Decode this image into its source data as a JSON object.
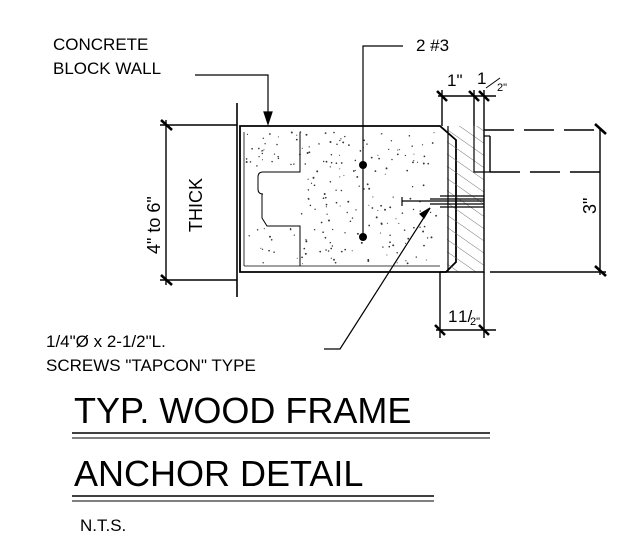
{
  "drawing": {
    "callout_wall_line1": "CONCRETE",
    "callout_wall_line2": "BLOCK WALL",
    "callout_rebar": "2 #3",
    "callout_screw_line1": "1/4\"Ø x 2-1/2\"L.",
    "callout_screw_line2": "SCREWS \"TAPCON\" TYPE",
    "dim_wall_thickness_line1": "4\" to 6\"",
    "dim_wall_thickness_line2": "THICK",
    "dim_frame_height": "3\"",
    "dim_top_1": "1\"",
    "dim_top_half_num": "1",
    "dim_top_half_den": "2\"",
    "dim_bottom_whole": "1",
    "dim_bottom_half": "1/",
    "dim_bottom_den": "2\"",
    "title_line1": "TYP. WOOD FRAME",
    "title_line2": "ANCHOR DETAIL",
    "scale_note": "N.T.S."
  }
}
